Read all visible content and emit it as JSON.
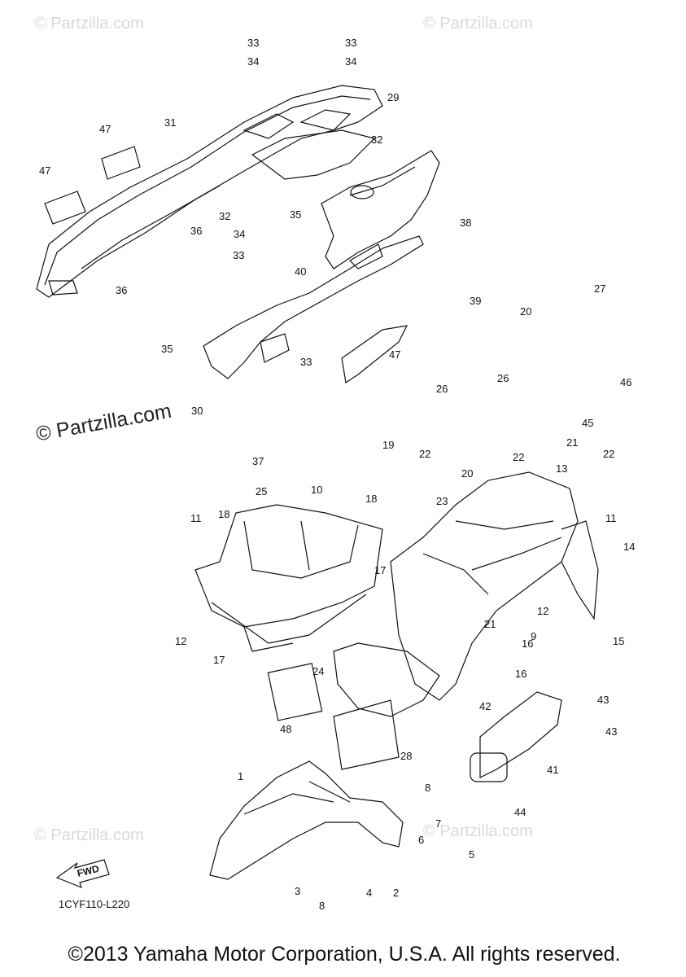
{
  "watermarks": {
    "corner": "© Partzilla.com",
    "center": "© Partzilla.com"
  },
  "diagram": {
    "drawing_code": "1CYF110-L220",
    "fwd_label": "FWD",
    "callouts": [
      "1",
      "2",
      "3",
      "4",
      "5",
      "6",
      "7",
      "8",
      "8",
      "9",
      "10",
      "11",
      "11",
      "12",
      "12",
      "13",
      "14",
      "15",
      "16",
      "16",
      "17",
      "17",
      "18",
      "18",
      "19",
      "20",
      "20",
      "21",
      "21",
      "22",
      "22",
      "22",
      "23",
      "24",
      "25",
      "26",
      "26",
      "27",
      "28",
      "29",
      "30",
      "31",
      "32",
      "32",
      "33",
      "33",
      "33",
      "33",
      "34",
      "34",
      "34",
      "35",
      "35",
      "36",
      "36",
      "37",
      "38",
      "39",
      "40",
      "41",
      "42",
      "43",
      "43",
      "44",
      "45",
      "46",
      "47",
      "47",
      "47",
      "48"
    ]
  },
  "footer": {
    "copyright": "©2013 Yamaha Motor Corporation, U.S.A. All rights reserved."
  }
}
